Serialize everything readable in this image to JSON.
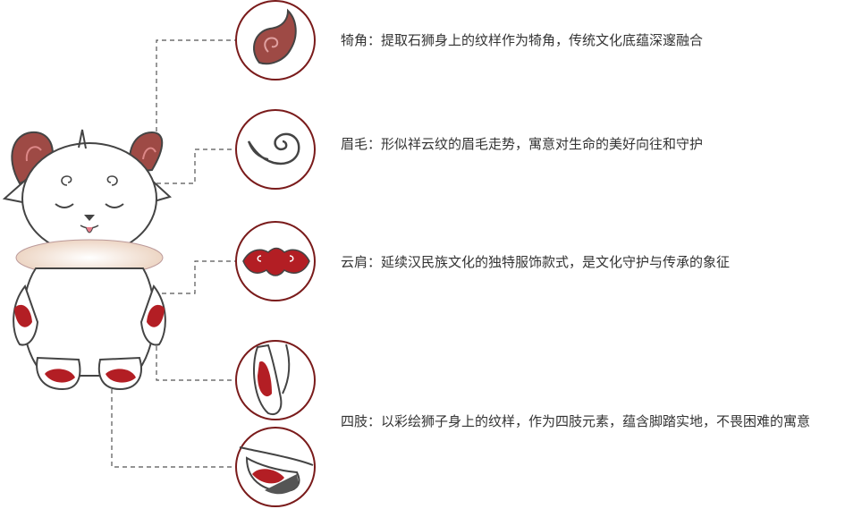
{
  "colors": {
    "accent_red": "#b31e24",
    "dark_red": "#7a1b1b",
    "outline": "#444444",
    "horn_fill": "#9e4a45",
    "fur": "#f0dccd",
    "line": "#555555",
    "text": "#333333"
  },
  "mascot": {
    "name_icon": "lion-mascot-illustration"
  },
  "features": [
    {
      "title": "犄角",
      "desc": "：提取石狮身上的纹样作为犄角，传统文化底蕴深邃融合",
      "icon": "horn-icon"
    },
    {
      "title": "眉毛",
      "desc": "：形似祥云纹的眉毛走势，寓意对生命的美好向往和守护",
      "icon": "cloud-eyebrow-icon"
    },
    {
      "title": "云肩",
      "desc": "：延续汉民族文化的独特服饰款式，是文化守护与传承的象征",
      "icon": "cloud-shoulder-icon"
    },
    {
      "title": "四肢",
      "desc": "：以彩绘狮子身上的纹样，作为四肢元素，蕴含脚踏实地，不畏困难的寓意",
      "icon": "limb-icon"
    }
  ]
}
